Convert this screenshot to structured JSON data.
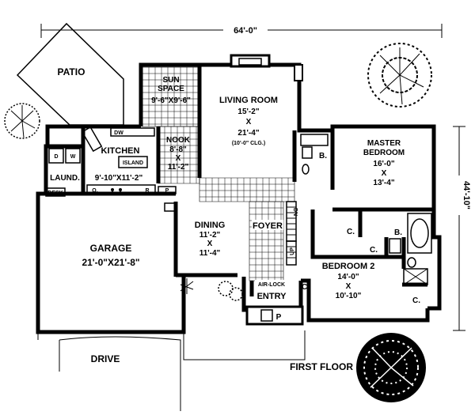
{
  "dimensions": {
    "width": "64'-0\"",
    "depth": "44'-10\""
  },
  "rooms": {
    "patio": "PATIO",
    "sun_space": {
      "name_1": "SUN",
      "name_2": "SPACE",
      "size": "9'-6\"X9'-6\""
    },
    "living_room": {
      "name": "LIVING ROOM",
      "w": "15'-2\"",
      "x": "X",
      "h": "21'-4\"",
      "note": "(10'-0\" CLG.)"
    },
    "kitchen": {
      "name": "KITCHEN",
      "size": "9'-10\"X11'-2\"",
      "island": "ISLAND",
      "dw": "DW"
    },
    "nook": {
      "name": "NOOK",
      "w": "8'-8\"",
      "x": "X",
      "h": "11'-2\""
    },
    "laundry": {
      "name": "LAUND.",
      "w_mark": "W",
      "d_mark": "D",
      "desk": "DESK"
    },
    "master_bedroom": {
      "name_1": "MASTER",
      "name_2": "BEDROOM",
      "w": "16'-0\"",
      "x": "X",
      "h": "13'-4\""
    },
    "bath_1": "B.",
    "bath_2": "B.",
    "closet_1": "C.",
    "closet_2": "C.",
    "closet_3": "C.",
    "closet_4": "C.",
    "garage": {
      "name": "GARAGE",
      "size": "21'-0\"X21'-8\""
    },
    "dining": {
      "name": "DINING",
      "w": "11'-2\"",
      "x": "X",
      "h": "11'-4\""
    },
    "foyer": "FOYER",
    "bedroom_2": {
      "name": "BEDROOM 2",
      "w": "14'-0\"",
      "x": "X",
      "h": "10'-10\""
    },
    "air_lock": "AIR-LOCK",
    "entry": "ENTRY",
    "porch": "P",
    "appliances": {
      "o": "O.",
      "r": "R",
      "p": "P",
      "dn": "DN",
      "up": "UP"
    }
  },
  "drive": "DRIVE",
  "floor_label": "FIRST FLOOR"
}
